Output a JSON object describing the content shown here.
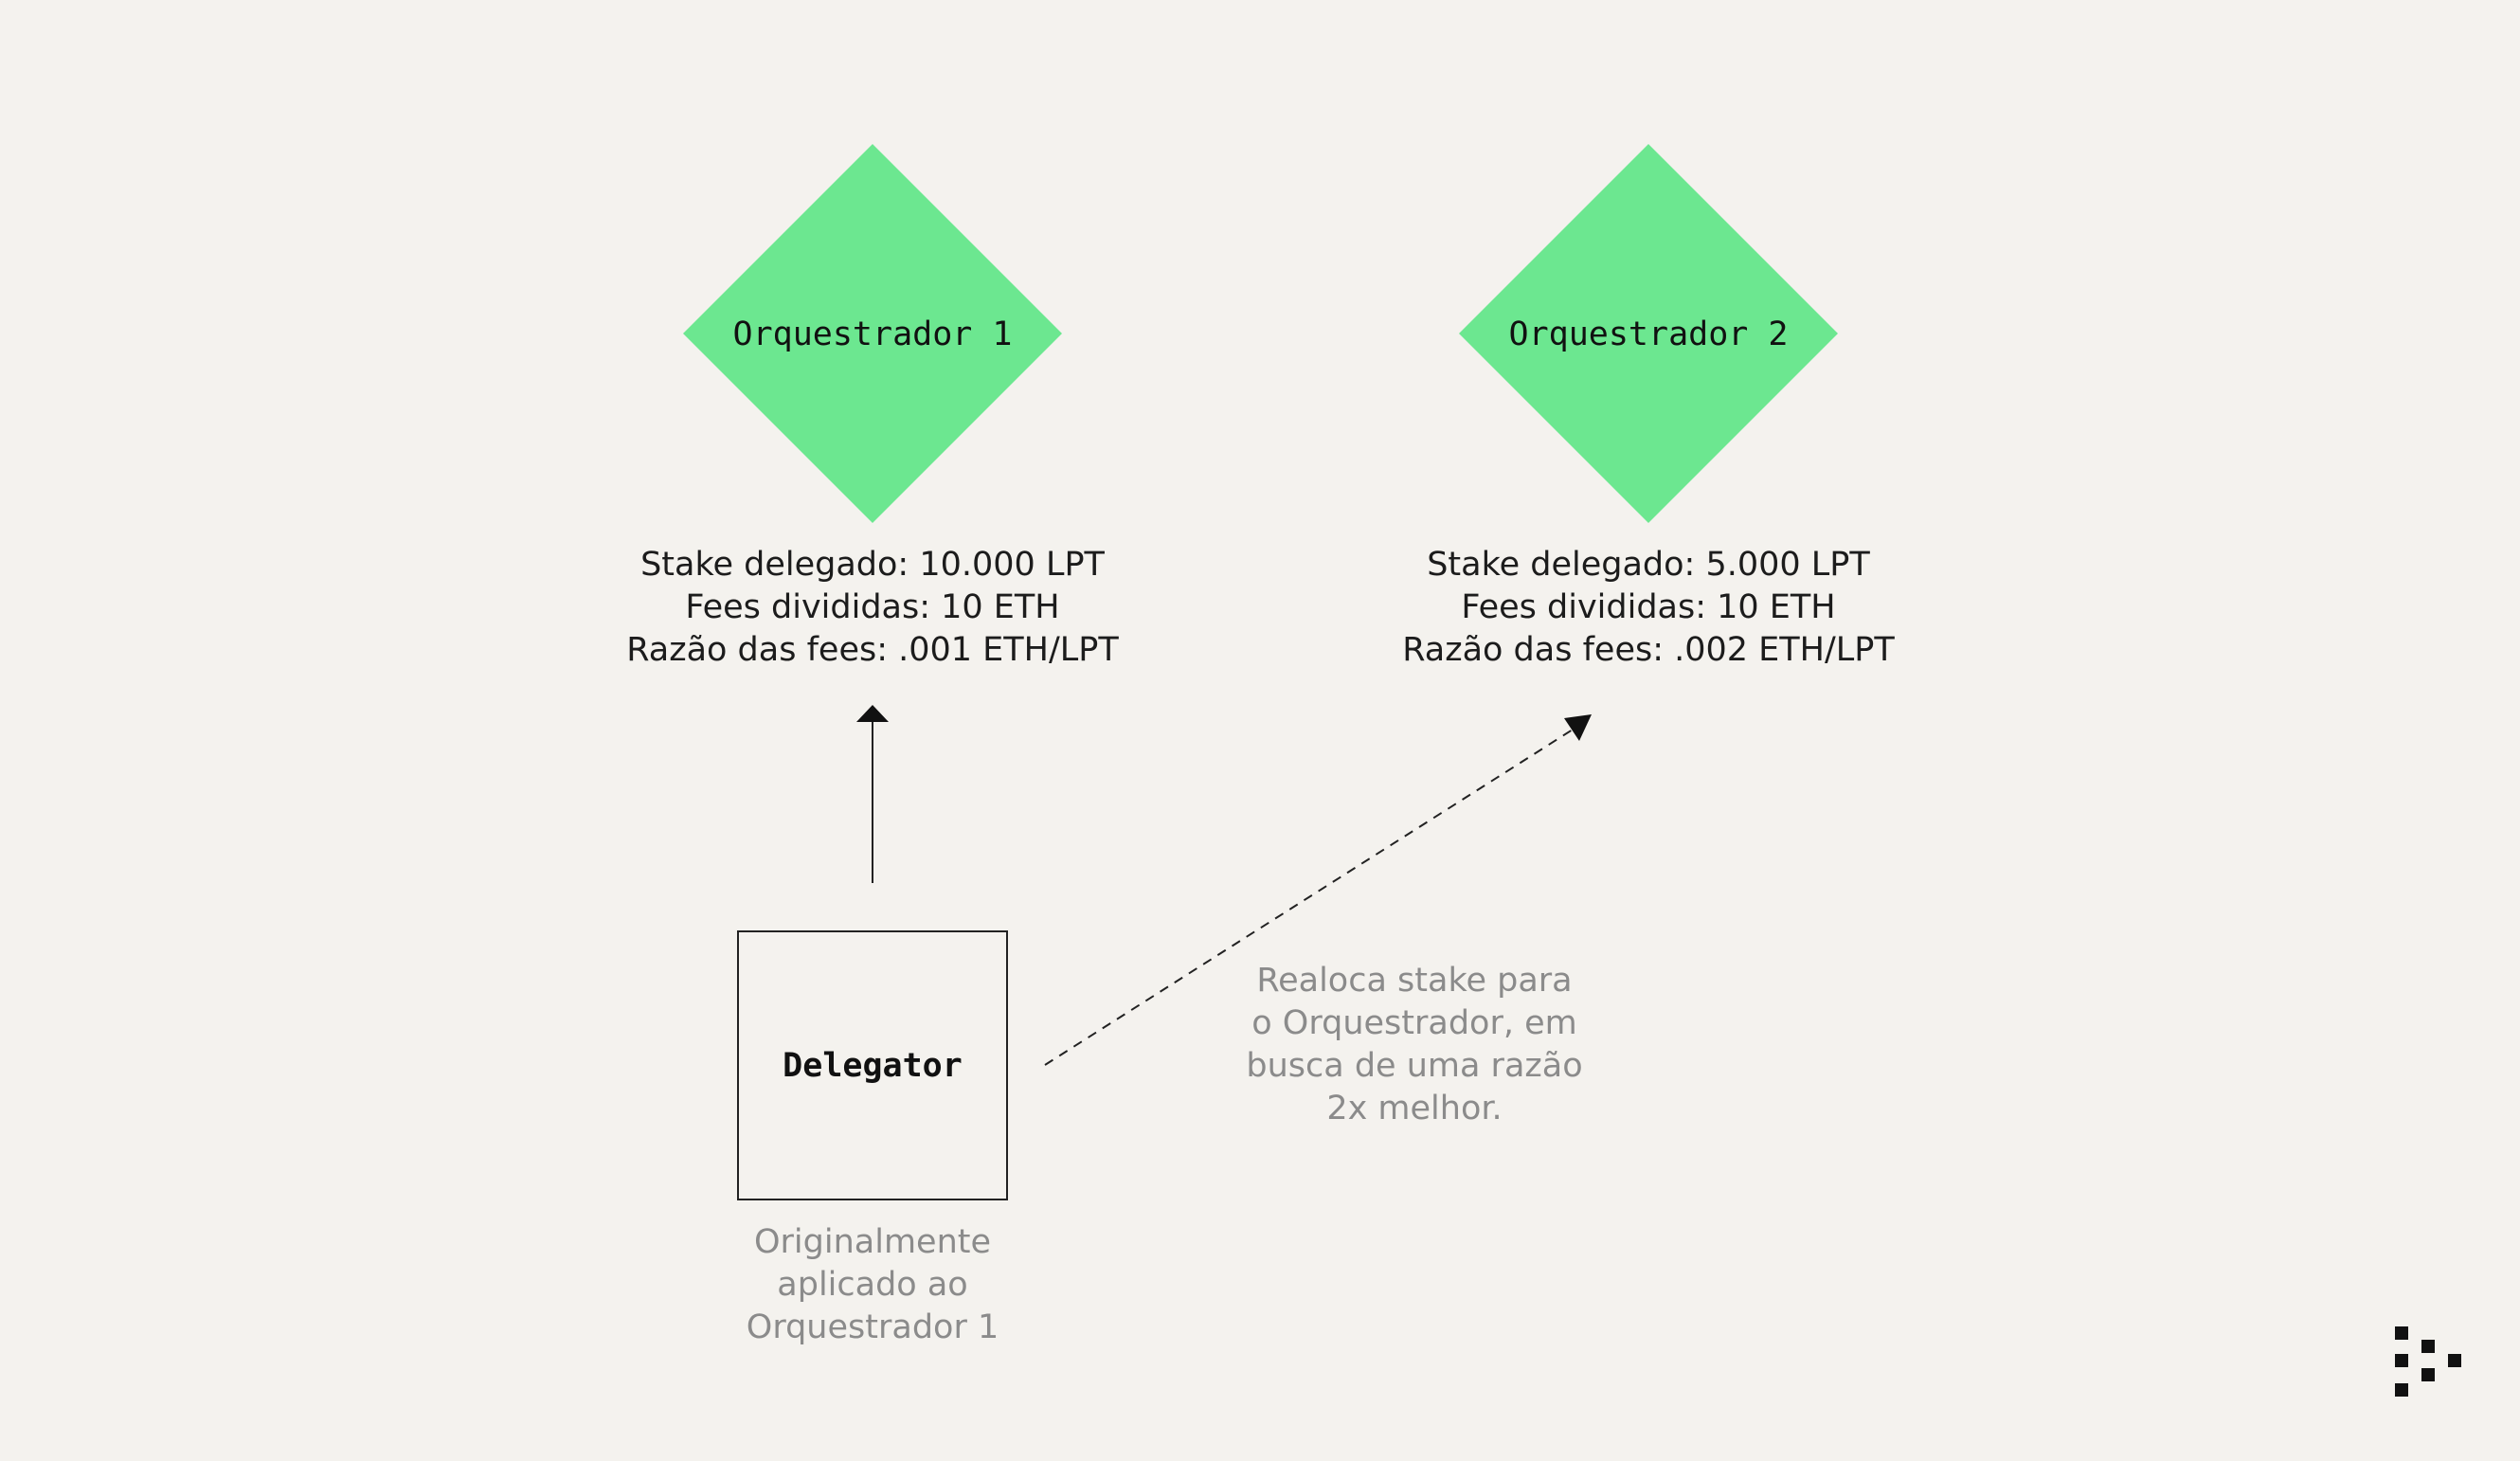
{
  "colors": {
    "background": "#f4f2ee",
    "diamond_fill": "#6ce790",
    "text": "#1c1c1c",
    "muted_text": "#8b8b8b",
    "line": "#222222"
  },
  "orchestrators": [
    {
      "label": "Orquestrador 1",
      "stake": "Stake delegado: 10.000 LPT",
      "fees": "Fees divididas: 10 ETH",
      "ratio": "Razão das fees: .001 ETH/LPT"
    },
    {
      "label": "Orquestrador 2",
      "stake": "Stake delegado: 5.000 LPT",
      "fees": "Fees divididas: 10 ETH",
      "ratio": "Razão das fees: .002 ETH/LPT"
    }
  ],
  "delegator": {
    "label": "Delegator",
    "note": "Originalmente\naplicado ao\nOrquestrador 1"
  },
  "realloc_note": "Realoca stake para\no Orquestrador, em\nbusca de uma razão\n2x melhor.",
  "logo": {
    "icon": "brand-pixel-logo-icon"
  }
}
